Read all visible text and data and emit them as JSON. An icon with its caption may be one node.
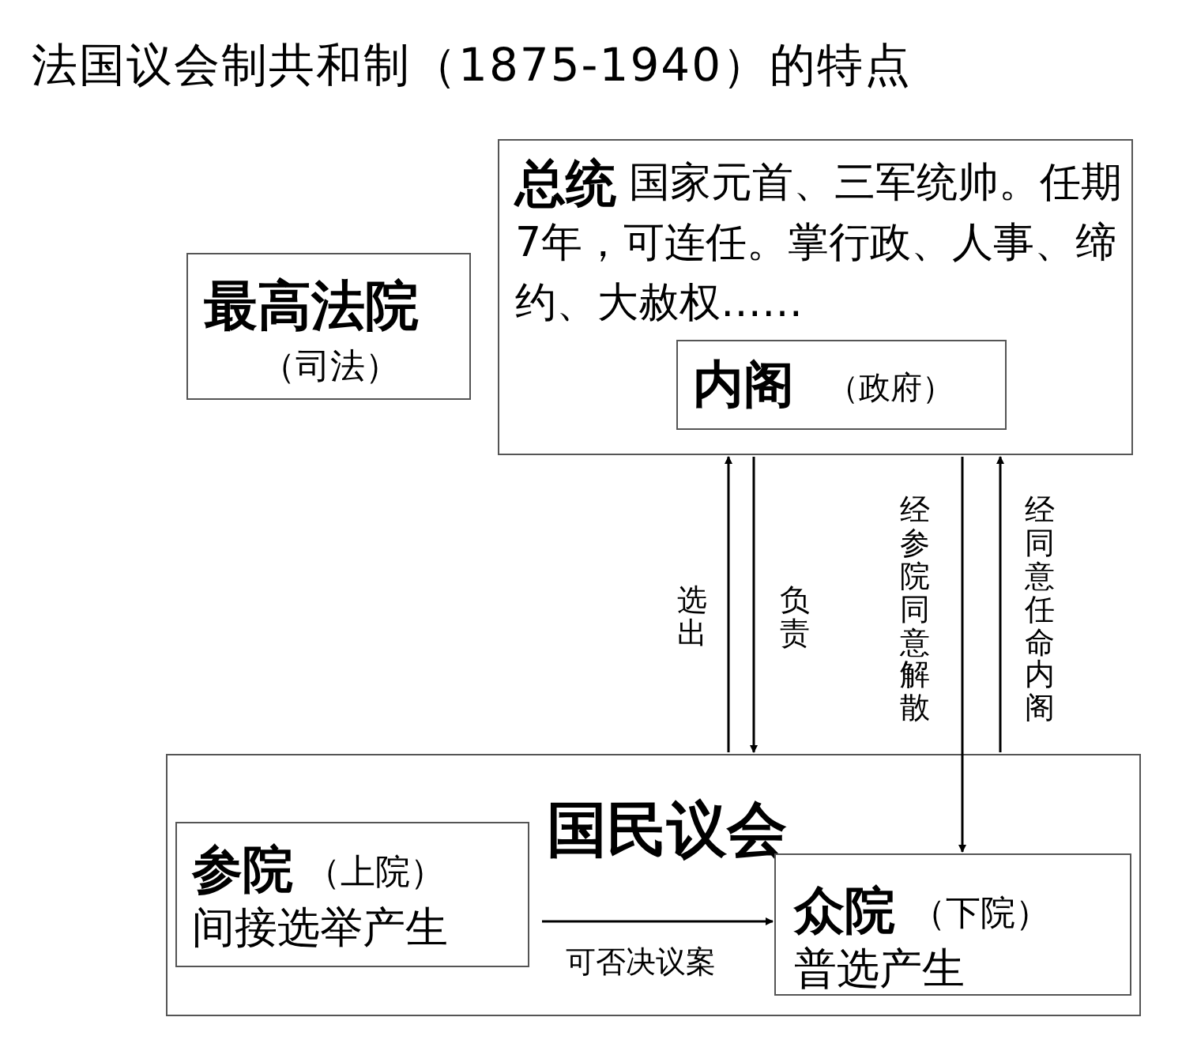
{
  "diagram": {
    "title": "法国议会制共和制（1875-1940）的特点",
    "nodes": [
      {
        "text": [
          "总统",
          "国家元首、三军统帅。任期7年，可连任。掌行政、人事、缔约、大赦权……"
        ]
      },
      {
        "text": [
          "内阁",
          "（政府）"
        ],
        "in": 0
      },
      {
        "text": [
          "最高法院",
          "（司法）"
        ]
      },
      {
        "text": [
          "国民议会"
        ]
      },
      {
        "text": [
          "参院",
          "（上院）",
          "间接选举产生"
        ],
        "in": 3
      },
      {
        "text": [
          "众院",
          "（下院）",
          "普选产生"
        ],
        "in": 3
      }
    ],
    "edges": [
      {
        "from": 3,
        "to": 0,
        "arrow": "to",
        "label": "选出"
      },
      {
        "from": 0,
        "to": 3,
        "arrow": "to",
        "label": "负责"
      },
      {
        "from": 0,
        "to": 5,
        "arrow": "to",
        "label": "经参院同意解散"
      },
      {
        "from": 3,
        "to": 0,
        "arrow": "to",
        "label": "经同意任命内阁"
      },
      {
        "from": 4,
        "to": 5,
        "arrow": "to",
        "label": "可否决议案"
      }
    ]
  }
}
